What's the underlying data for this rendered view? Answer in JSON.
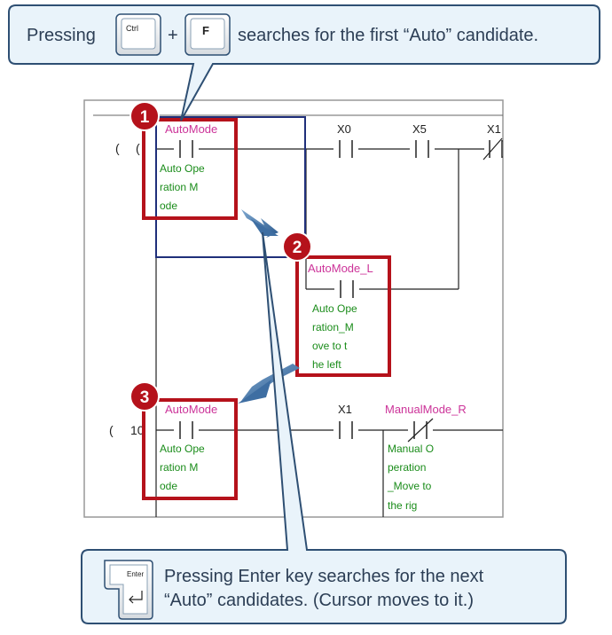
{
  "callout_top": {
    "before": "Pressing",
    "ctrl_key": "Ctrl",
    "plus": "+",
    "f_key": "F",
    "after": "searches for the first “Auto” candidate."
  },
  "callout_bottom": {
    "enter_key": "Enter",
    "line1": "Pressing Enter key searches for the next",
    "line2": "“Auto” candidates. (Cursor moves to it.)"
  },
  "ladder": {
    "row1_prefix": "(",
    "row1_prefix2": "(",
    "row2_prefix": "(",
    "row2_step": "10",
    "contacts": {
      "automode_1": {
        "label": "AutoMode",
        "comment": [
          "Auto Ope",
          "ration M",
          "ode"
        ]
      },
      "x0": {
        "label": "X0"
      },
      "x5": {
        "label": "X5"
      },
      "x1_top": {
        "label": "X1"
      },
      "automode_l": {
        "label": "AutoMode_L",
        "comment": [
          "Auto Ope",
          "ration_M",
          "ove to t",
          "he left"
        ]
      },
      "automode_3": {
        "label": "AutoMode",
        "comment": [
          "Auto Ope",
          "ration M",
          "ode"
        ]
      },
      "x1_bottom": {
        "label": "X1"
      },
      "manualmode_r": {
        "label": "ManualMode_R",
        "comment": [
          "Manual O",
          "peration",
          "_Move to",
          " the rig"
        ]
      }
    }
  },
  "markers": [
    "1",
    "2",
    "3"
  ],
  "colors": {
    "callout_fill": "#e9f3fa",
    "callout_border": "#2e4f73",
    "label_magenta": "#cc3399",
    "comment_green": "#1a8c1a",
    "highlight_red": "#b5121b",
    "cursor_blue": "#1f2f7a",
    "arrow_blue": "#3e6ea2"
  },
  "icons": [
    "ctrl-key-icon",
    "f-key-icon",
    "enter-key-icon",
    "arrow-icon"
  ]
}
